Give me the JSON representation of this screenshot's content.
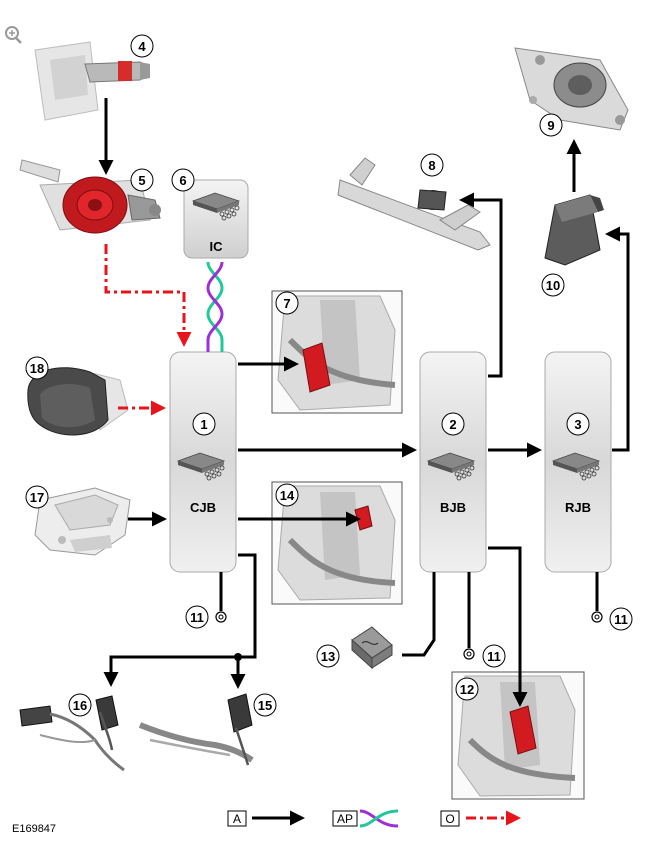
{
  "figure_id": "E169847",
  "zoom_icon": "magnify-plus-icon",
  "modules": {
    "cjb": {
      "number": "1",
      "label": "CJB"
    },
    "bjb": {
      "number": "2",
      "label": "BJB"
    },
    "rjb": {
      "number": "3",
      "label": "RJB"
    },
    "ic": {
      "number": "6",
      "label": "IC"
    }
  },
  "callouts": {
    "stalk": "4",
    "clockspring": "5",
    "wiper_motor_front_assy": "8",
    "rear_wiper_motor": "9",
    "relay_module": "10",
    "ground": "11",
    "washer_pump_closeup": "12",
    "fuse": "13",
    "connector_closeup_7": "7",
    "connector_closeup_14": "14",
    "washer_pump_rear": "15",
    "washer_pump_front": "16",
    "bracket_module": "17",
    "rain_sensor": "18"
  },
  "legend": [
    {
      "code": "A",
      "meaning": "hardwired"
    },
    {
      "code": "AP",
      "meaning": "twisted pair"
    },
    {
      "code": "O",
      "meaning": "dash-dot"
    }
  ],
  "colors": {
    "hardwired": "#000000",
    "twisted_pair_a": "#22c79a",
    "twisted_pair_b": "#9b30d9",
    "dashdot": "#e8141b",
    "module_fill_light": "#f2f2f2",
    "module_fill_dark": "#b8b8b8"
  }
}
